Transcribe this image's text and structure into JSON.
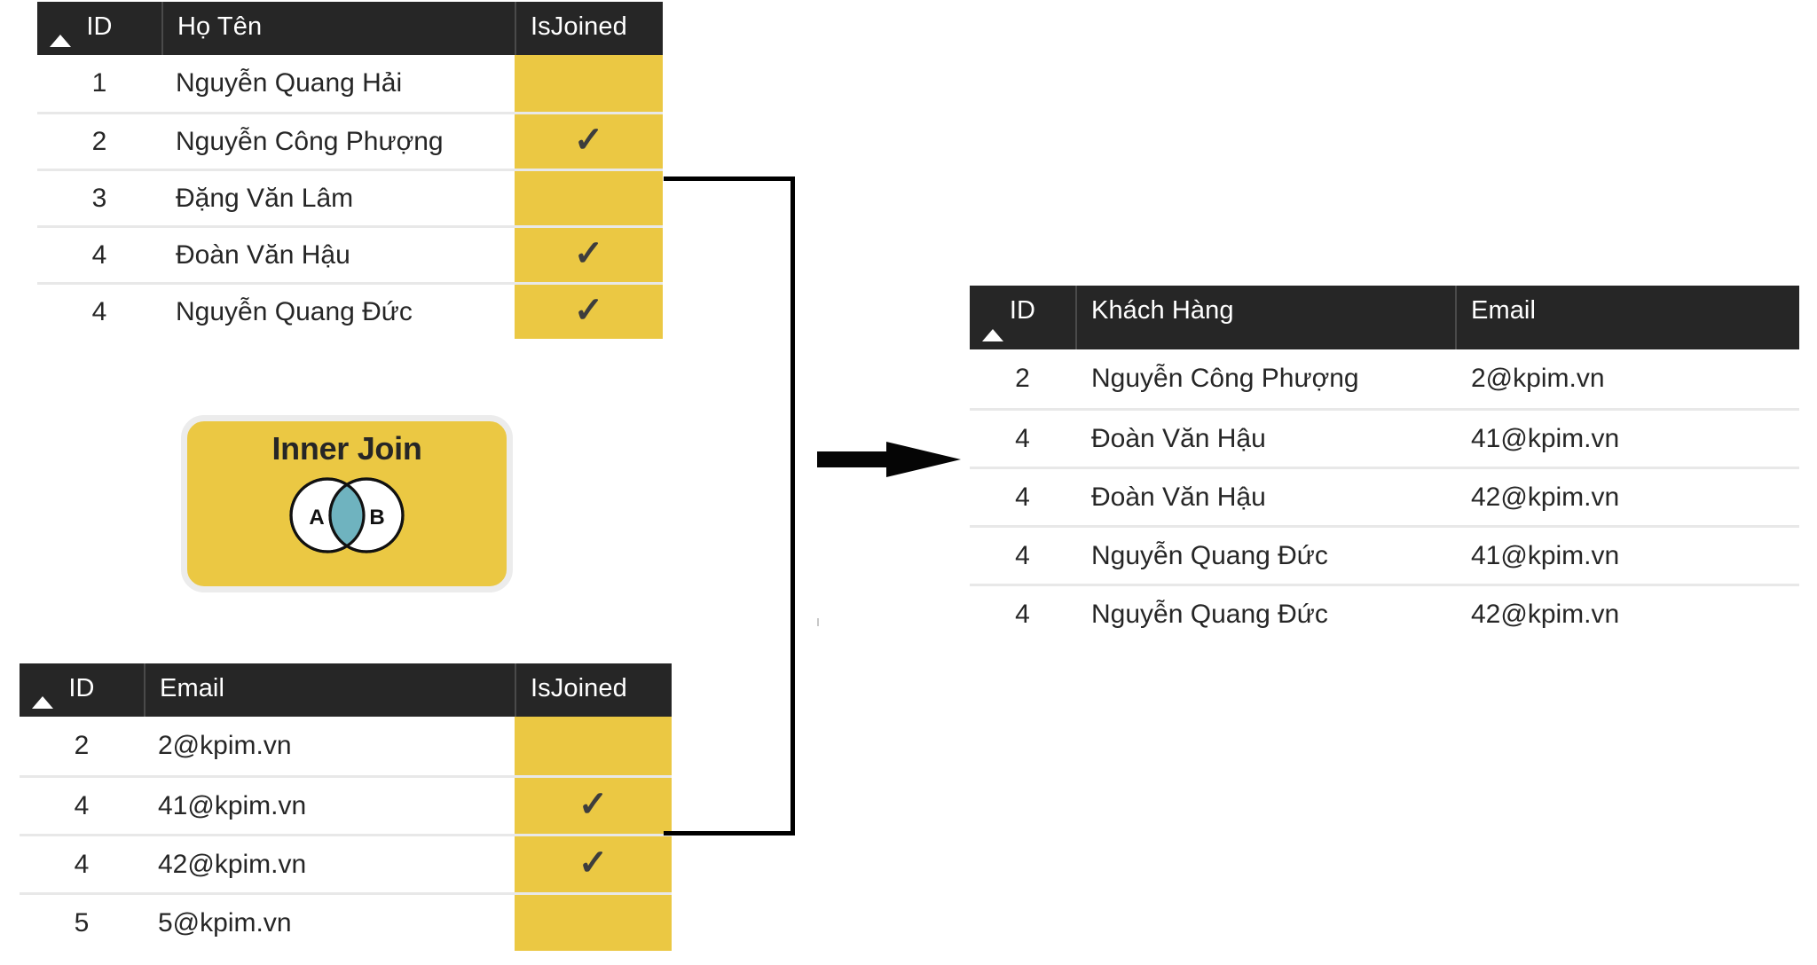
{
  "diagram": {
    "title": "Inner Join",
    "accent_yellow": "#ebc843",
    "header_dark": "#262626",
    "venn_fill": "#6fb3bf",
    "check_glyph": "✓",
    "left_circle_label": "A",
    "right_circle_label": "B"
  },
  "table_persons": {
    "columns": [
      "ID",
      "Họ Tên",
      "IsJoined"
    ],
    "rows": [
      {
        "id": "1",
        "name": "Nguyễn Quang Hải",
        "joined": ""
      },
      {
        "id": "2",
        "name": "Nguyễn Công Phượng",
        "joined": "✓"
      },
      {
        "id": "3",
        "name": "Đặng Văn Lâm",
        "joined": ""
      },
      {
        "id": "4",
        "name": "Đoàn Văn Hậu",
        "joined": "✓"
      },
      {
        "id": "4",
        "name": "Nguyễn Quang Đức",
        "joined": "✓"
      }
    ]
  },
  "table_emails": {
    "columns": [
      "ID",
      "Email",
      "IsJoined"
    ],
    "rows": [
      {
        "id": "2",
        "email": "2@kpim.vn",
        "joined": ""
      },
      {
        "id": "4",
        "email": "41@kpim.vn",
        "joined": "✓"
      },
      {
        "id": "4",
        "email": "42@kpim.vn",
        "joined": "✓"
      },
      {
        "id": "5",
        "email": "5@kpim.vn",
        "joined": ""
      }
    ]
  },
  "table_result": {
    "columns": [
      "ID",
      "Khách Hàng",
      "Email"
    ],
    "rows": [
      {
        "id": "2",
        "name": "Nguyễn Công Phượng",
        "email": "2@kpim.vn"
      },
      {
        "id": "4",
        "name": "Đoàn Văn Hậu",
        "email": "41@kpim.vn"
      },
      {
        "id": "4",
        "name": "Đoàn Văn Hậu",
        "email": "42@kpim.vn"
      },
      {
        "id": "4",
        "name": "Nguyễn Quang Đức",
        "email": "41@kpim.vn"
      },
      {
        "id": "4",
        "name": "Nguyễn Quang Đức",
        "email": "42@kpim.vn"
      }
    ]
  }
}
